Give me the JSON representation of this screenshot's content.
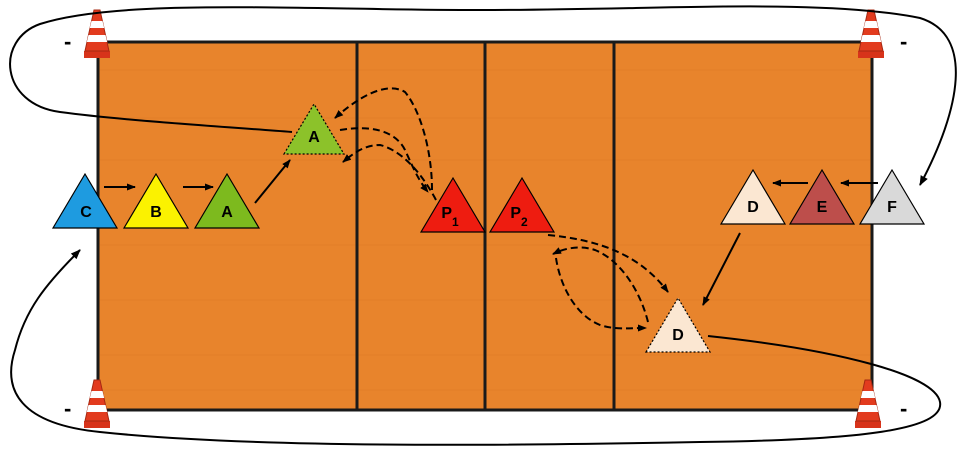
{
  "court": {
    "fill": "#e8842c",
    "line_color": "#1a1a1a"
  },
  "cones": {
    "marker": "-",
    "colors": {
      "body": "#e23b1e",
      "stripe": "#ffffff",
      "base": "#d7331a"
    }
  },
  "players": {
    "C": {
      "label": "C",
      "color": "#1e9be0"
    },
    "B": {
      "label": "B",
      "color": "#fbf200"
    },
    "A_start": {
      "label": "A",
      "color": "#7dba1e"
    },
    "A_ghost": {
      "label": "A",
      "color": "#8cc22a"
    },
    "P1": {
      "label": "P",
      "sub": "1",
      "color": "#ee1c10"
    },
    "P2": {
      "label": "P",
      "sub": "2",
      "color": "#ee1c10"
    },
    "D_start": {
      "label": "D",
      "color": "#fbe7d2"
    },
    "D_ghost": {
      "label": "D",
      "color": "#fbe7d2"
    },
    "E": {
      "label": "E",
      "color": "#bd4e4b"
    },
    "F": {
      "label": "F",
      "color": "#d9d9d9"
    }
  }
}
